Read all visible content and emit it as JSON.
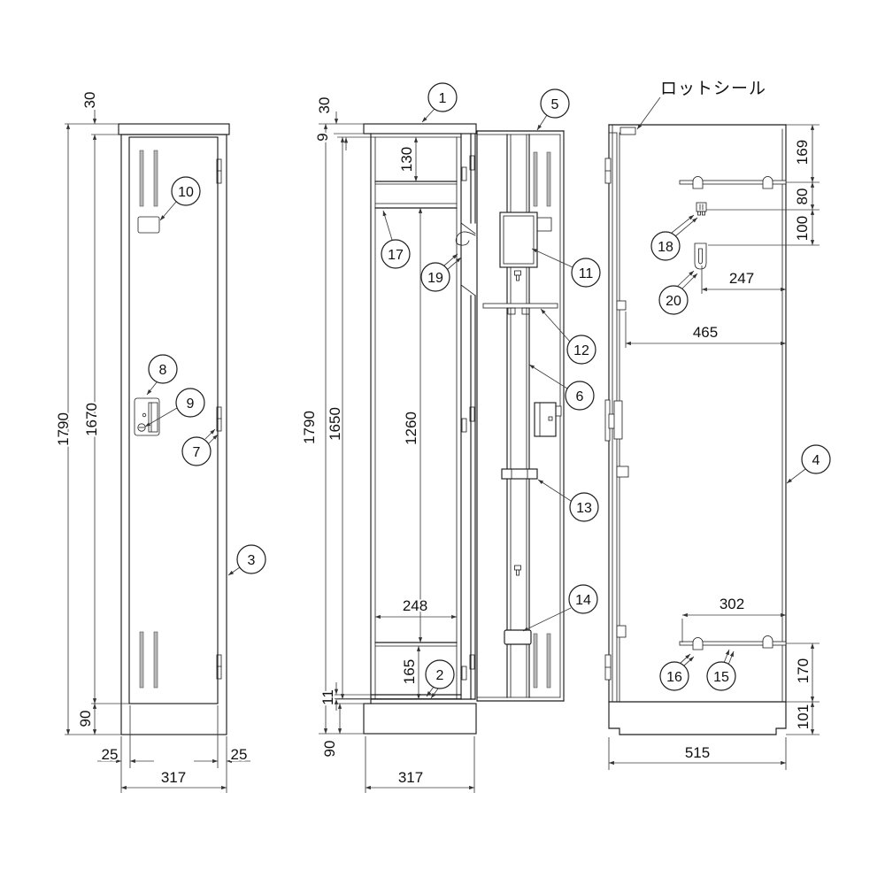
{
  "labels": {
    "lot_seal": "ロットシール"
  },
  "callouts": {
    "c1": "1",
    "c2": "2",
    "c3": "3",
    "c4": "4",
    "c5": "5",
    "c6": "6",
    "c7": "7",
    "c8": "8",
    "c9": "9",
    "c10": "10",
    "c11": "11",
    "c12": "12",
    "c13": "13",
    "c14": "14",
    "c15": "15",
    "c16": "16",
    "c17": "17",
    "c18": "18",
    "c19": "19",
    "c20": "20"
  },
  "dims": {
    "front": {
      "total_height": "1790",
      "door_height": "1670",
      "top_cap": "30",
      "base_height": "90",
      "left_inset": "25",
      "right_inset": "25",
      "width": "317"
    },
    "section": {
      "top_cap": "30",
      "top_clearance": "9",
      "shelf_drop": "130",
      "total_height": "1790",
      "inner_height": "1650",
      "hanging_height": "1260",
      "inner_width": "248",
      "under_shelf": "165",
      "floor_lip": "11",
      "base_height": "90",
      "width": "317"
    },
    "side": {
      "top_to_shelf": "169",
      "shelf_to_hook": "80",
      "hook_pitch": "100",
      "hook_setback": "247",
      "door_to_back": "465",
      "shelf_depth": "302",
      "shelf_to_base": "170",
      "base_height": "101",
      "depth": "515"
    }
  }
}
